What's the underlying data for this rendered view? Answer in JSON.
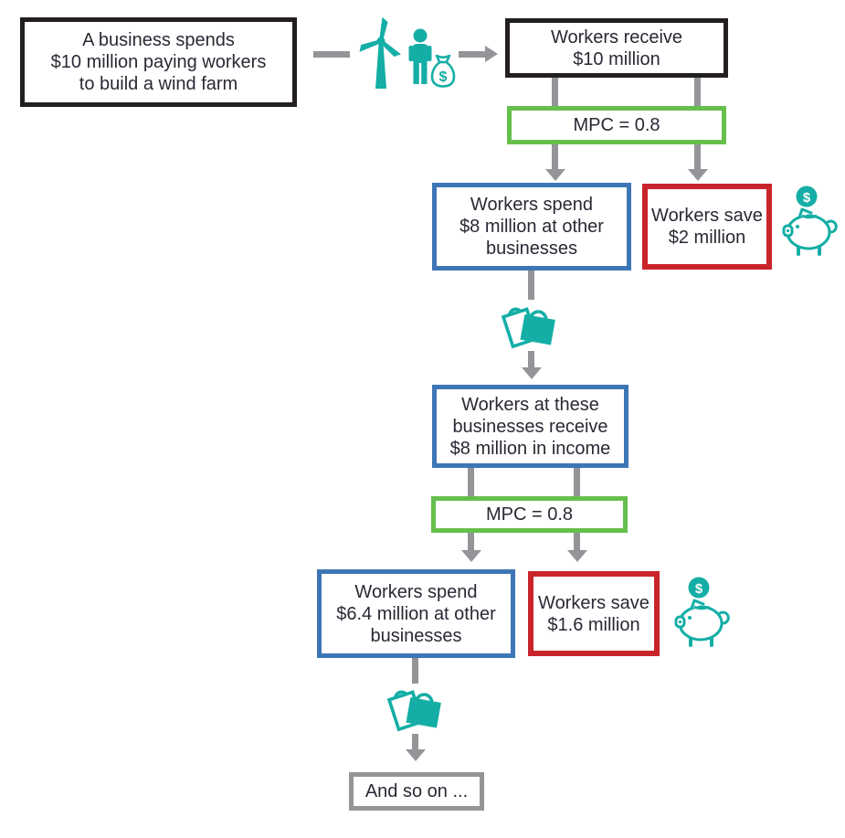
{
  "palette": {
    "black": "#231f20",
    "green": "#66bf4c",
    "blue": "#3d76b6",
    "red": "#c9242b",
    "teal": "#14aea6",
    "gray": "#939598",
    "text": "#2b2834",
    "white": "#ffffff"
  },
  "nodes": {
    "business": "A business spends\n$10 million paying workers\nto build a wind farm",
    "receive10": "Workers receive\n$10 million",
    "mpc1": "MPC = 0.8",
    "spend8": "Workers spend\n$8 million at other\nbusinesses",
    "save2": "Workers save\n$2 million",
    "receive8": "Workers at these\nbusinesses receive\n$8 million in income",
    "mpc2": "MPC = 0.8",
    "spend64": "Workers spend\n$6.4 million at other\nbusinesses",
    "save16": "Workers save\n$1.6 million",
    "andsoon": "And so on ..."
  },
  "icons": {
    "coin_dollar": "$",
    "bag_dollar": "$"
  }
}
